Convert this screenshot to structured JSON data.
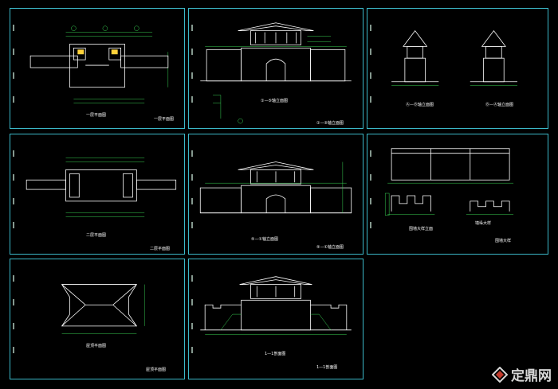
{
  "sheets": [
    {
      "key": "s1",
      "title": "一层平面图",
      "note": "一层平面图"
    },
    {
      "key": "s2",
      "title": "①—⑤轴立面图",
      "note": "①—⑤轴立面图"
    },
    {
      "key": "s3",
      "title_a": "Ⓐ—Ⓑ轴立面图",
      "title_b": "Ⓑ—Ⓐ轴立面图",
      "note": ""
    },
    {
      "key": "s4",
      "title": "二层平面图",
      "note": "二层平面图"
    },
    {
      "key": "s5",
      "title": "⑤—①轴立面图",
      "note": "⑤—①轴立面图"
    },
    {
      "key": "s6",
      "title_a": "围墙大样立面",
      "title_b": "墙垛大样",
      "note": "围墙大样"
    },
    {
      "key": "s7",
      "title": "屋顶平面图",
      "note": "屋顶平面图"
    },
    {
      "key": "s8",
      "title": "1—1剖面图",
      "note": "1—1剖面图"
    }
  ],
  "watermark": {
    "text": "定鼎网"
  },
  "colors": {
    "frame": "#3bb8c8",
    "line": "#ffffff",
    "dim": "#39d353",
    "accent": "#ffd23a",
    "wall": "#e8e8e8"
  }
}
